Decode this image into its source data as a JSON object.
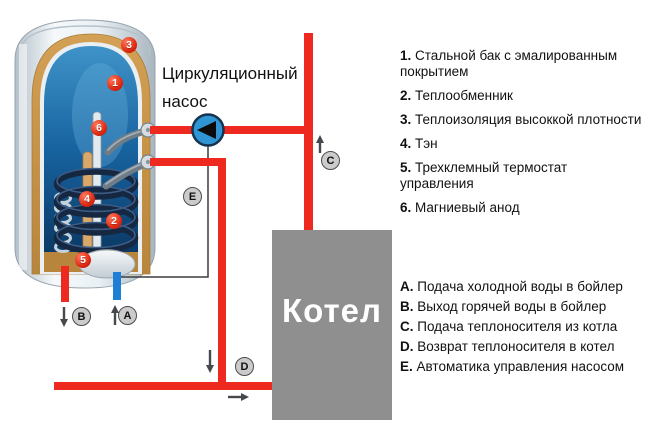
{
  "labels": {
    "pump": "Циркуляционный насос",
    "boiler": "Котел"
  },
  "markers": [
    "1",
    "2",
    "3",
    "4",
    "5",
    "6"
  ],
  "badges": [
    "A",
    "B",
    "C",
    "D",
    "E"
  ],
  "components": [
    {
      "num": "1.",
      "text": "Стальной бак с эмалированным покрытием"
    },
    {
      "num": "2.",
      "text": "Теплообменник"
    },
    {
      "num": "3.",
      "text": "Теплоизоляция высоккой плотности"
    },
    {
      "num": "4.",
      "text": "Тэн"
    },
    {
      "num": "5.",
      "text": "Трехклемный термостат управления"
    },
    {
      "num": "6.",
      "text": "Магниевый анод"
    }
  ],
  "connections": [
    {
      "key": "A.",
      "text": "Подача холодной воды в бойлер"
    },
    {
      "key": "B.",
      "text": "Выход горячей воды в бойлер"
    },
    {
      "key": "C.",
      "text": "Подача теплоносителя из котла"
    },
    {
      "key": "D.",
      "text": "Возврат теплоносителя в котел"
    },
    {
      "key": "E.",
      "text": "Автоматика управления насосом"
    }
  ],
  "colors": {
    "pipe_hot": "#ee2a20",
    "pipe_cold": "#1f7fd4",
    "pump_body": "#2f95d5",
    "boiler_box": "#8f8f8f",
    "insulation": "#c89749",
    "tank_water": "#11507f",
    "badge_fill": "#cbcbcb",
    "marker_fill": "#e02a12"
  }
}
